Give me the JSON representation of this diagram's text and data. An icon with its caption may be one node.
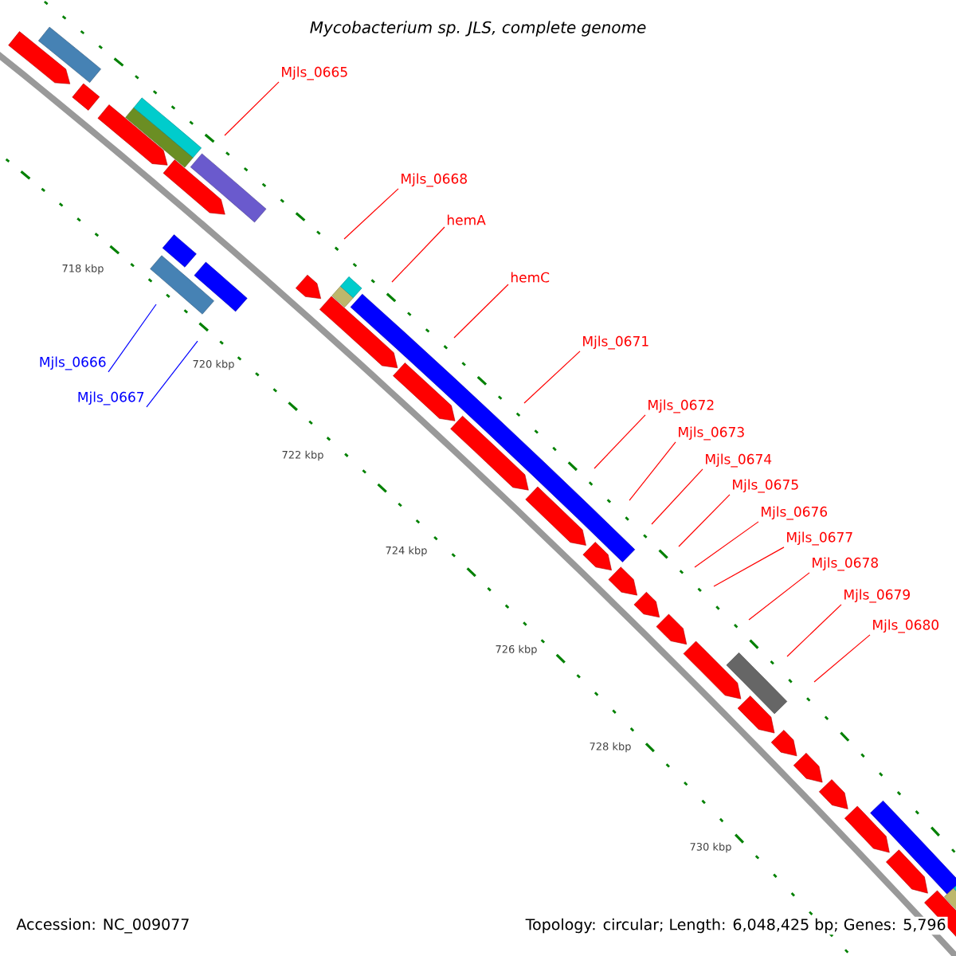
{
  "diagram": {
    "title": "Mycobacterium sp. JLS, complete genome",
    "nodes": [
      {
        "text": [
          "Mjls_0665"
        ]
      },
      {
        "text": [
          "Mjls_0668"
        ]
      },
      {
        "text": [
          "hemA"
        ]
      },
      {
        "text": [
          "hemC"
        ]
      },
      {
        "text": [
          "Mjls_0671"
        ]
      },
      {
        "text": [
          "Mjls_0672"
        ]
      },
      {
        "text": [
          "Mjls_0673"
        ]
      },
      {
        "text": [
          "Mjls_0674"
        ]
      },
      {
        "text": [
          "Mjls_0675"
        ]
      },
      {
        "text": [
          "Mjls_0676"
        ]
      },
      {
        "text": [
          "Mjls_0677"
        ]
      },
      {
        "text": [
          "Mjls_0678"
        ]
      },
      {
        "text": [
          "Mjls_0679"
        ]
      },
      {
        "text": [
          "Mjls_0680"
        ]
      },
      {
        "text": [
          "Mjls_0666"
        ]
      },
      {
        "text": [
          "Mjls_0667"
        ]
      }
    ],
    "edges": [
      {
        "from": 0,
        "to": null,
        "arrow": "none"
      },
      {
        "from": 1,
        "to": null,
        "arrow": "none"
      },
      {
        "from": 2,
        "to": null,
        "arrow": "none"
      },
      {
        "from": 3,
        "to": null,
        "arrow": "none"
      },
      {
        "from": 4,
        "to": null,
        "arrow": "none"
      },
      {
        "from": 5,
        "to": null,
        "arrow": "none"
      },
      {
        "from": 6,
        "to": null,
        "arrow": "none"
      },
      {
        "from": 7,
        "to": null,
        "arrow": "none"
      },
      {
        "from": 8,
        "to": null,
        "arrow": "none"
      },
      {
        "from": 9,
        "to": null,
        "arrow": "none"
      },
      {
        "from": 10,
        "to": null,
        "arrow": "none"
      },
      {
        "from": 11,
        "to": null,
        "arrow": "none"
      },
      {
        "from": 12,
        "to": null,
        "arrow": "none"
      },
      {
        "from": 13,
        "to": null,
        "arrow": "none"
      },
      {
        "from": 14,
        "to": null,
        "arrow": "none",
        "color": "#0000ff"
      },
      {
        "from": 15,
        "to": null,
        "arrow": "none",
        "color": "#0000ff"
      }
    ],
    "labels": [
      "718 kbp",
      "720 kbp",
      "722 kbp",
      "724 kbp",
      "726 kbp",
      "728 kbp",
      "730 kbp",
      "Accession: NC_009077",
      "Topology: circular; Length: 6,048,425 bp; Genes: 5,796"
    ]
  }
}
